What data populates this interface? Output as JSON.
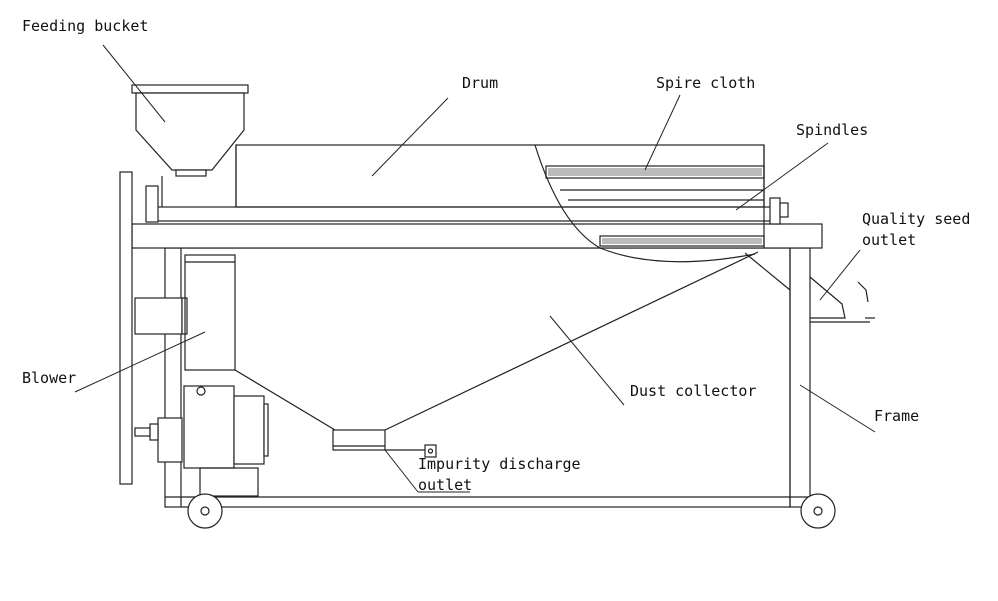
{
  "labels": {
    "feeding_bucket": "Feeding bucket",
    "drum": "Drum",
    "spire_cloth": "Spire cloth",
    "spindles": "Spindles",
    "quality_seed_outlet_line1": "Quality seed",
    "quality_seed_outlet_line2": "outlet",
    "blower": "Blower",
    "dust_collector": "Dust collector",
    "frame": "Frame",
    "impurity_discharge_outlet_line1": "Impurity discharge",
    "impurity_discharge_outlet_line2": "outlet"
  },
  "colors": {
    "line": "#222222",
    "background": "#ffffff"
  }
}
